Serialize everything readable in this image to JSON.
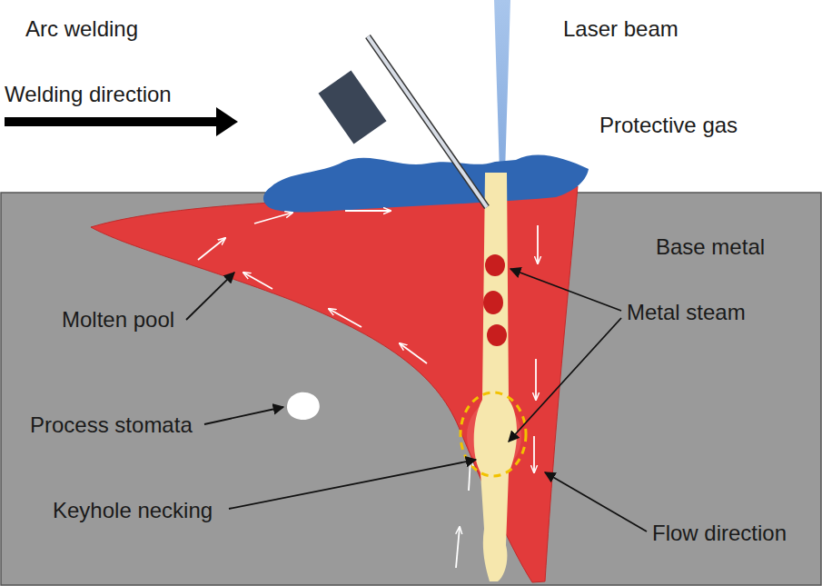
{
  "diagram": {
    "labels": [
      "Arc welding",
      "Laser beam",
      "Welding direction",
      "Protective gas",
      "Base metal",
      "Metal steam",
      "Molten pool",
      "Process stomata",
      "Flow direction",
      "Keyhole necking"
    ]
  }
}
